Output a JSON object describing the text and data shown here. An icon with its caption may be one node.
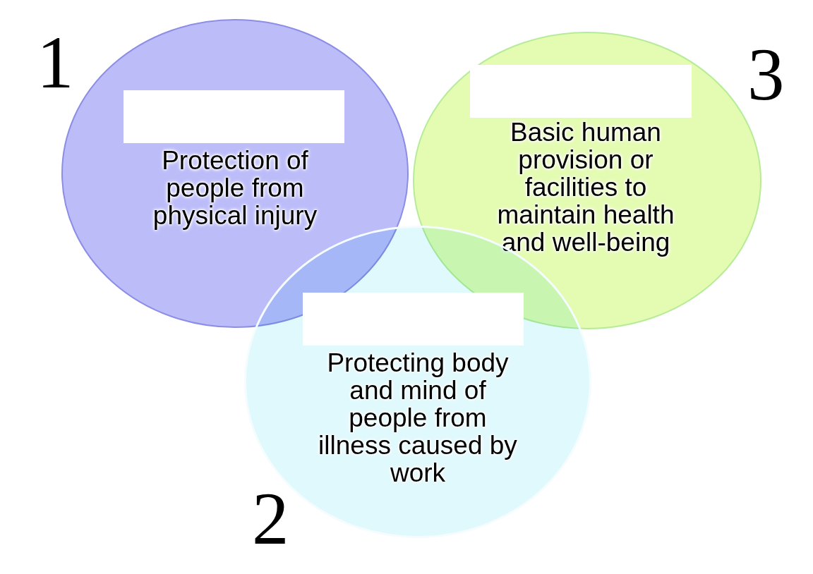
{
  "diagram": {
    "nodes": [
      {
        "text": [
          "Protection of people from physical injury"
        ]
      },
      {
        "text": [
          "Basic human provision or facilities to maintain health and well-being"
        ]
      },
      {
        "text": [
          "Protecting body and mind of people from illness caused by work"
        ]
      }
    ],
    "labels": [
      "1",
      "3",
      "2"
    ]
  }
}
